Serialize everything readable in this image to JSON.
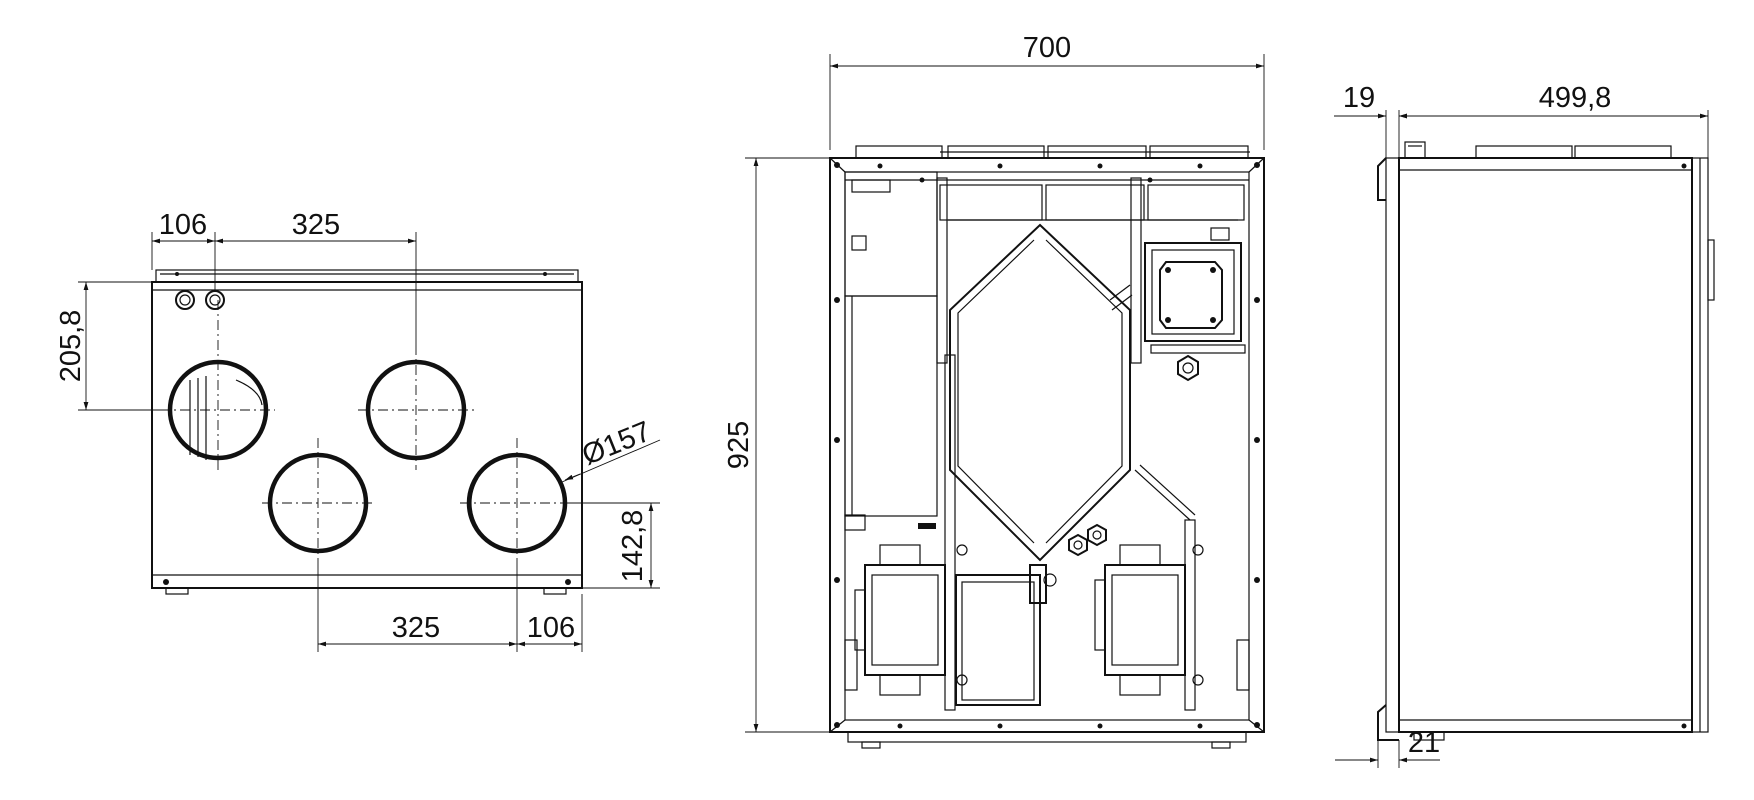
{
  "front_view": {
    "dims": {
      "top_left_gap": "106",
      "top_spacing": "325",
      "left_height": "205,8",
      "diameter": "Ø157",
      "right_height": "142,8",
      "bottom_spacing": "325",
      "bottom_right_gap": "106"
    }
  },
  "main_view": {
    "dims": {
      "width": "700",
      "height": "925"
    }
  },
  "side_view": {
    "dims": {
      "top_offset": "19",
      "depth": "499,8",
      "bottom_offset": "21"
    }
  }
}
